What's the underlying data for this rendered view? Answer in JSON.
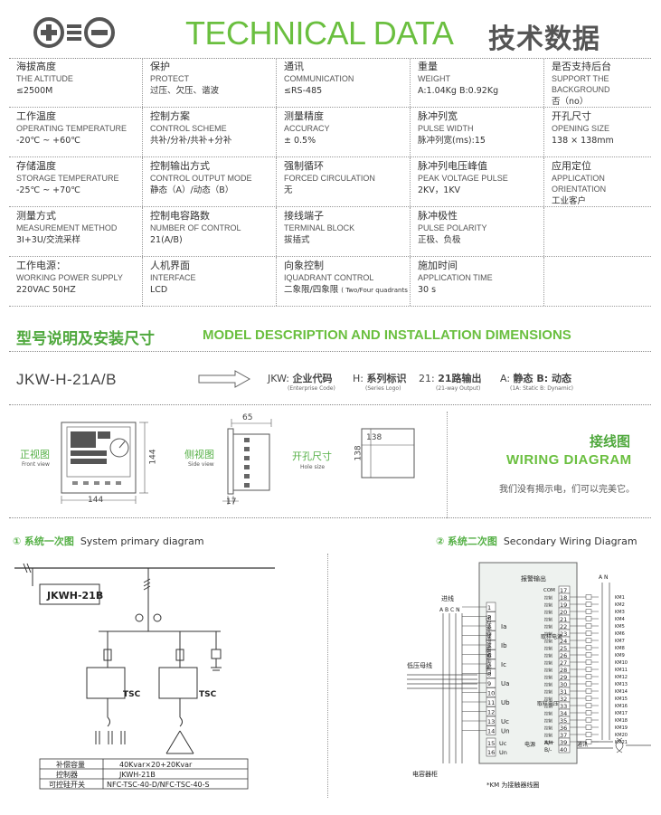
{
  "header": {
    "title_en": "TECHNICAL DATA",
    "title_cn": "技术数据"
  },
  "tech_rows": [
    [
      {
        "cn": "海拔高度",
        "en": "THE ALTITUDE",
        "val": "≤2500M"
      },
      {
        "cn": "保护",
        "en": "PROTECT",
        "val": "过压、欠压、谐波"
      },
      {
        "cn": "通讯",
        "en": "COMMUNICATION",
        "val": "≤RS-485"
      },
      {
        "cn": "重量",
        "en": "WEIGHT",
        "val": "A:1.04Kg B:0.92Kg"
      },
      {
        "cn": "是否支持后台",
        "en": "SUPPORT THE BACKGROUND",
        "val": "否（no）"
      }
    ],
    [
      {
        "cn": "工作温度",
        "en": "OPERATING TEMPERATURE",
        "val": "-20℃ ~ +60℃"
      },
      {
        "cn": "控制方案",
        "en": "CONTROL SCHEME",
        "val": "共补/分补/共补+分补"
      },
      {
        "cn": "测量精度",
        "en": "ACCURACY",
        "val": "± 0.5%"
      },
      {
        "cn": "脉冲列宽",
        "en": "PULSE WIDTH",
        "val": "脉冲列宽(ms):15"
      },
      {
        "cn": "开孔尺寸",
        "en": "OPENING SIZE",
        "val": "138 × 138mm"
      }
    ],
    [
      {
        "cn": "存储温度",
        "en": "STORAGE TEMPERATURE",
        "val": "-25℃ ~ +70℃"
      },
      {
        "cn": "控制输出方式",
        "en": "CONTROL OUTPUT MODE",
        "val": "静态（A）/动态（B）"
      },
      {
        "cn": "强制循环",
        "en": "FORCED CIRCULATION",
        "val": "无"
      },
      {
        "cn": "脉冲列电压峰值",
        "en": "PEAK VOLTAGE PULSE",
        "val": "2KV，1KV"
      },
      {
        "cn": "应用定位",
        "en": "APPLICATION ORIENTATION",
        "val": "工业客户"
      }
    ],
    [
      {
        "cn": "测量方式",
        "en": "MEASUREMENT METHOD",
        "val": "3I+3U/交流采样"
      },
      {
        "cn": "控制电容路数",
        "en": "NUMBER OF CONTROL",
        "val": "21(A/B)"
      },
      {
        "cn": "接线端子",
        "en": "TERMINAL BLOCK",
        "val": "拔插式"
      },
      {
        "cn": "脉冲极性",
        "en": "PULSE POLARITY",
        "val": "正极、负极"
      },
      {
        "cn": "",
        "en": "",
        "val": ""
      }
    ],
    [
      {
        "cn": "工作电源：",
        "en": "WORKING POWER SUPPLY",
        "val": "220VAC 50HZ"
      },
      {
        "cn": "人机界面",
        "en": "INTERFACE",
        "val": "LCD"
      },
      {
        "cn": "向象控制",
        "en": "IQUADRANT CONTROL",
        "val": "二象限/四象限",
        "val_small": "( Two/Four quadrants )"
      },
      {
        "cn": "施加时间",
        "en": "APPLICATION TIME",
        "val": "30 s"
      },
      {
        "cn": "",
        "en": "",
        "val": ""
      }
    ]
  ],
  "model": {
    "title_cn": "型号说明及安装尺寸",
    "title_en": "MODEL DESCRIPTION AND INSTALLATION DIMENSIONS",
    "code": "JKW-H-21A/B",
    "parts": [
      {
        "key": "JKW: ",
        "main": "企业代码",
        "sub": "(Enterprise Code)"
      },
      {
        "key": "H: ",
        "main": "系列标识",
        "sub": "(Series Logo)"
      },
      {
        "key": "21: ",
        "main": "21路输出",
        "sub": "(21-way Output)"
      },
      {
        "key": "A: ",
        "main": "静态 B: 动态",
        "sub": "(1A: Static B: Dynamic)"
      }
    ]
  },
  "dimensions": {
    "front_cn": "正视图",
    "front_en": "Front view",
    "side_cn": "侧视图",
    "side_en": "Side view",
    "hole_cn": "开孔尺寸",
    "hole_en": "Hole size",
    "front_w": "144",
    "front_h": "144",
    "side_w": "65",
    "side_d": "17",
    "hole_w": "138",
    "hole_h": "138"
  },
  "wiring": {
    "title_cn": "接线图",
    "title_en": "WIRING DIAGRAM",
    "note": "我们没有揭示电，们可以完美它。"
  },
  "diagram1": {
    "title_num": "①",
    "title_cn": "系统一次图",
    "title_en": "System primary diagram",
    "box_label": "JKWH-21B",
    "tsc": "TSC",
    "table": [
      [
        "补偿容量",
        "40Kvar×20+20Kvar"
      ],
      [
        "控制器",
        "JKWH-21B"
      ],
      [
        "可控硅开关",
        "NFC-TSC-40-D/NFC-TSC-40-S"
      ]
    ]
  },
  "diagram2": {
    "title_num": "②",
    "title_cn": "系统二次图",
    "title_en": "Secondary Wiring Diagram",
    "feed": "进线",
    "phases": "A B C N",
    "bus": "低压母线",
    "cabinet": "电容器柜",
    "km_note": "*KM 为接触器线圈",
    "an": "A  N",
    "com": "COM",
    "alarm": "报警输出",
    "ia": "Ia",
    "ib": "Ib",
    "ic": "Ic",
    "ua": "Ua",
    "ub": "Ub",
    "uc": "Uc",
    "un": "Un",
    "current_sample": "取样电流",
    "voltage_sample": "取样电压",
    "vertical_label": "无功补偿控制器输出端口",
    "power_label": "电源",
    "comm_label": "通讯",
    "ctrl_prefix": "控制",
    "ap": "A/+",
    "bn": "B/-",
    "uc_pin": "Uc",
    "un_pin": "Un",
    "term_left": [
      "1",
      "2",
      "3",
      "4",
      "5",
      "6",
      "7",
      "8",
      "9",
      "10",
      "11",
      "12",
      "13",
      "14"
    ],
    "term_right": [
      "17",
      "18",
      "19",
      "20",
      "21",
      "22",
      "23",
      "24",
      "25",
      "26",
      "27",
      "28",
      "29",
      "30",
      "31",
      "32",
      "33",
      "34",
      "35",
      "36",
      "37",
      "38"
    ],
    "term_bottom_left": [
      "15",
      "16"
    ],
    "term_bottom_right": [
      "39",
      "40"
    ],
    "km_labels": [
      "KM1",
      "KM2",
      "KM3",
      "KM4",
      "KM5",
      "KM6",
      "KM7",
      "KM8",
      "KM9",
      "KM10",
      "KM11",
      "KM12",
      "KM13",
      "KM14",
      "KM15",
      "KM16",
      "KM17",
      "KM18",
      "KM19",
      "KM20",
      "KM21"
    ]
  }
}
